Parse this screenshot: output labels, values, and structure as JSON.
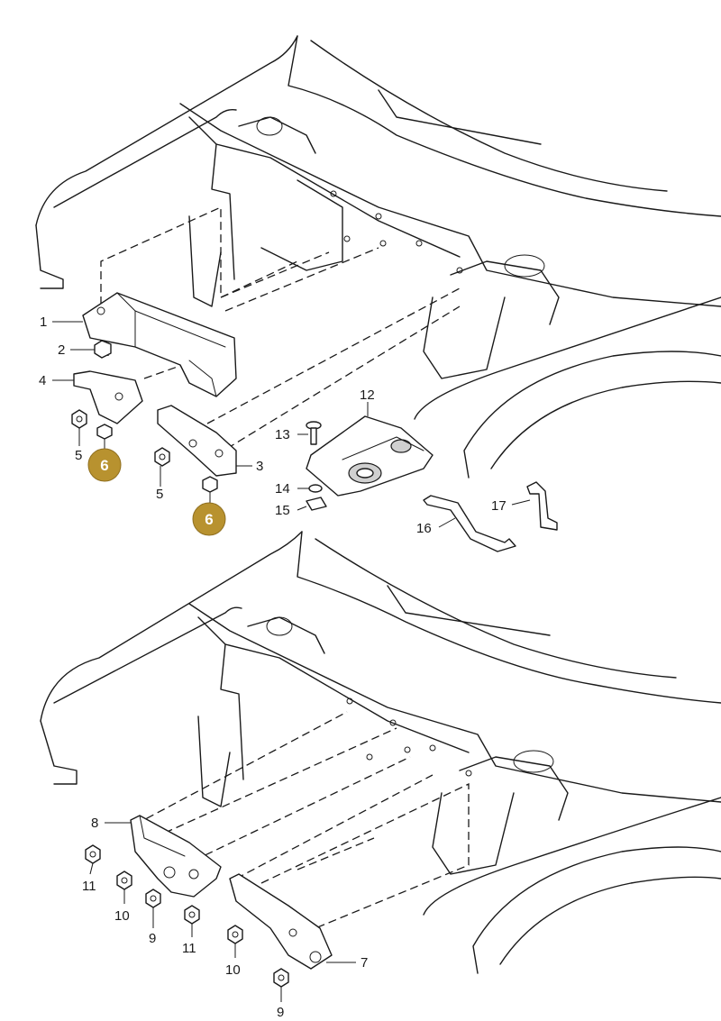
{
  "callouts": [
    {
      "id": "1",
      "text": "1"
    },
    {
      "id": "2",
      "text": "2"
    },
    {
      "id": "3",
      "text": "3"
    },
    {
      "id": "4",
      "text": "4"
    },
    {
      "id": "5a",
      "text": "5"
    },
    {
      "id": "5b",
      "text": "5"
    },
    {
      "id": "6a",
      "text": "6",
      "highlight": true
    },
    {
      "id": "6b",
      "text": "6",
      "highlight": true
    },
    {
      "id": "7",
      "text": "7"
    },
    {
      "id": "8",
      "text": "8"
    },
    {
      "id": "9a",
      "text": "9"
    },
    {
      "id": "9b",
      "text": "9"
    },
    {
      "id": "10a",
      "text": "10"
    },
    {
      "id": "10b",
      "text": "10"
    },
    {
      "id": "11a",
      "text": "11"
    },
    {
      "id": "11b",
      "text": "11"
    },
    {
      "id": "12",
      "text": "12"
    },
    {
      "id": "13",
      "text": "13"
    },
    {
      "id": "14",
      "text": "14"
    },
    {
      "id": "15",
      "text": "15"
    },
    {
      "id": "16",
      "text": "16"
    },
    {
      "id": "17",
      "text": "17"
    }
  ],
  "colors": {
    "highlight_badge": "#b8922f",
    "line": "#1a1a1a",
    "background": "#ffffff"
  }
}
